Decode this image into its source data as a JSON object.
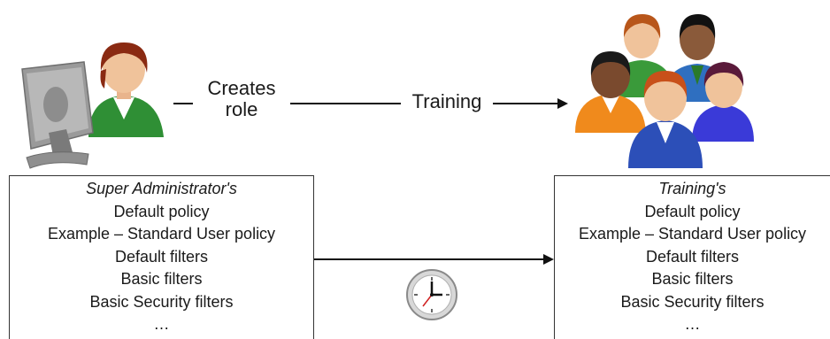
{
  "diagram": {
    "connector_label_top": "Creates",
    "connector_label_bottom": "role",
    "training_label": "Training"
  },
  "admin_box": {
    "title": "Super Administrator's",
    "items": [
      "Default policy",
      "Example – Standard User policy",
      "Default filters",
      "Basic filters",
      "Basic Security filters",
      "…"
    ]
  },
  "training_box": {
    "title": "Training's",
    "items": [
      "Default policy",
      "Example – Standard User policy",
      "Default filters",
      "Basic filters",
      "Basic Security filters",
      "…"
    ]
  },
  "icons": {
    "admin": "admin-at-computer-icon",
    "group": "user-group-icon",
    "clock": "clock-icon"
  }
}
